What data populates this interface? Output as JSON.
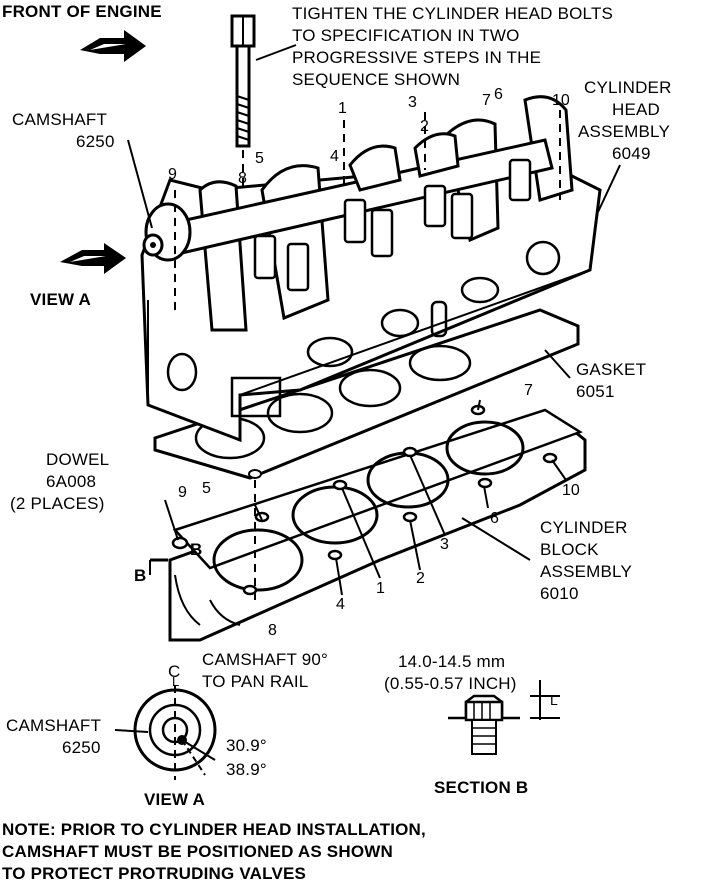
{
  "header": {
    "front_of_engine": "FRONT OF ENGINE",
    "instruction": [
      "TIGHTEN THE CYLINDER HEAD BOLTS",
      "TO SPECIFICATION IN TWO",
      "PROGRESSIVE STEPS IN THE",
      "SEQUENCE SHOWN"
    ]
  },
  "labels": {
    "camshaft": [
      "CAMSHAFT",
      "6250"
    ],
    "cylinder_head": [
      "CYLINDER",
      "HEAD",
      "ASSEMBLY",
      "6049"
    ],
    "view_a_arrow": "VIEW A",
    "gasket": [
      "GASKET",
      "6051"
    ],
    "dowel": [
      "DOWEL",
      "6A008",
      "(2 PLACES)"
    ],
    "cylinder_block": [
      "CYLINDER",
      "BLOCK",
      "ASSEMBLY",
      "6010"
    ],
    "section_marker": "B",
    "camshaft_pan": [
      "CAMSHAFT 90°",
      "TO PAN RAIL"
    ],
    "bolt_spec": [
      "14.0-14.5 mm",
      "(0.55-0.57 INCH)"
    ],
    "section_b": "SECTION B",
    "view_a_detail": "VIEW A",
    "camshaft_detail": [
      "CAMSHAFT",
      "6250"
    ],
    "centerline": "C",
    "centerline_sub": "L",
    "angle_1": "30.9°",
    "angle_2": "38.9°"
  },
  "head_numbers": [
    "1",
    "2",
    "3",
    "4",
    "5",
    "6",
    "7",
    "8",
    "9",
    "10"
  ],
  "block_numbers": [
    "1",
    "2",
    "3",
    "4",
    "5",
    "6",
    "7",
    "8",
    "9",
    "10"
  ],
  "note": [
    "NOTE:   PRIOR TO CYLINDER HEAD INSTALLATION,",
    "CAMSHAFT  MUST BE POSITIONED AS SHOWN",
    "TO PROTECT PROTRUDING VALVES"
  ]
}
